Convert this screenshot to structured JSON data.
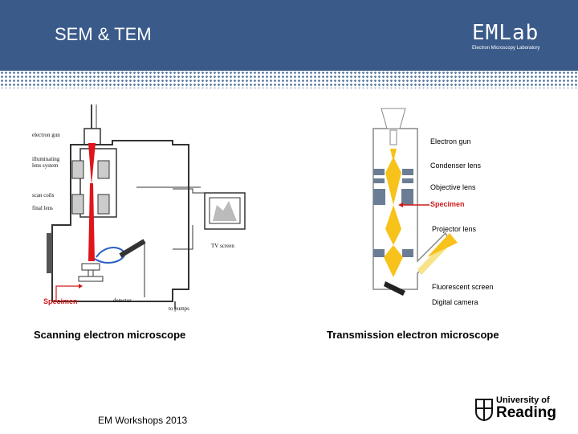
{
  "slide": {
    "title": "SEM & TEM",
    "footer": "EM Workshops 2013"
  },
  "logo": {
    "emlab_text": "EMLab",
    "emlab_subtitle": "Electron Microscopy Laboratory",
    "university_line1": "University of",
    "university_line2": "Reading"
  },
  "sem": {
    "caption": "Scanning electron microscope",
    "labels": {
      "electron_gun": "electron gun",
      "illuminating_lens": "illuminating\nlens system",
      "scan_coils": "scan coils",
      "final_lens": "final lens",
      "tv_screen": "TV screen",
      "specimen": "Specimen",
      "detector": "detector",
      "to_pumps": "to pumps"
    }
  },
  "tem": {
    "caption": "Transmission electron microscope",
    "labels": {
      "electron_gun": "Electron gun",
      "condenser_lens": "Condenser lens",
      "objective_lens": "Objective lens",
      "specimen": "Specimen",
      "projector_lens": "Projector lens",
      "fluorescent_screen": "Fluorescent screen",
      "digital_camera": "Digital camera"
    }
  },
  "colors": {
    "header_bg": "#3a5a8a",
    "beam_red": "#e0151b",
    "beam_yellow": "#f7c21a",
    "specimen_red": "#d11a1a"
  }
}
